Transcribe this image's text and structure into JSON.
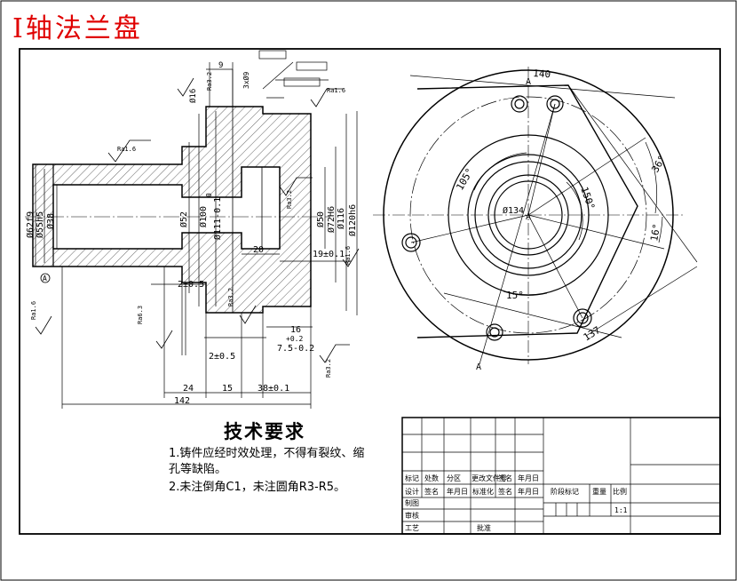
{
  "title": "I轴法兰盘",
  "tech_req": {
    "heading": "技术要求",
    "line1": "1.铸件应经时效处理，不得有裂纹、缩",
    "line2": "孔等缺陷。",
    "line3": "2.未注倒角C1，未注圆角R3-R5。"
  },
  "section_view": {
    "dims": {
      "d62": "Ø62f9",
      "d55": "Ø55h5",
      "d38": "Ø38",
      "d52": "Ø52",
      "d100": "Ø100",
      "d111": "Ø111-0.1",
      "d111_top": "0",
      "d50": "Ø50",
      "d72": "Ø72H6",
      "d116": "Ø116",
      "d120": "Ø120h6",
      "len20": "20",
      "len19": "19±0.1",
      "len16": "16",
      "len2": "2±0.5",
      "len2b": "2±0.5",
      "len7": "7.5-0.2",
      "len02": "+0.2",
      "len24": "24",
      "len15": "15",
      "len38": "38±0.1",
      "len142": "142",
      "d16": "Ø16",
      "d9": "9",
      "holes": "3xØ9",
      "ref_a": "A"
    },
    "roughness": [
      "Ra1.6",
      "Ra3.2",
      "Ra1.6",
      "Ra6.3",
      "Ra3.2",
      "Ra3.2",
      "Ra1.6",
      "Ra3.2",
      "Ra1.6"
    ]
  },
  "front_view": {
    "dims": {
      "w140": "140",
      "w137": "137",
      "d134": "Ø134",
      "a105": "105°",
      "a150": "150°",
      "a36": "36°",
      "a16": "16°",
      "a15": "15°",
      "ref_a": "A",
      "ref_a2": "A",
      "ref_a3": "A"
    }
  },
  "title_block": {
    "r1": [
      "标记",
      "处数",
      "分区",
      "更改文件号",
      "签名",
      "年月日"
    ],
    "r2": [
      "设计",
      "签名",
      "年月日",
      "标准化",
      "签名",
      "年月日"
    ],
    "r2b": [
      "阶段标记",
      "重量",
      "比例"
    ],
    "scale": "1:1",
    "r3": "制图",
    "r4": "审核",
    "r5": "工艺",
    "r5b": "批准"
  }
}
